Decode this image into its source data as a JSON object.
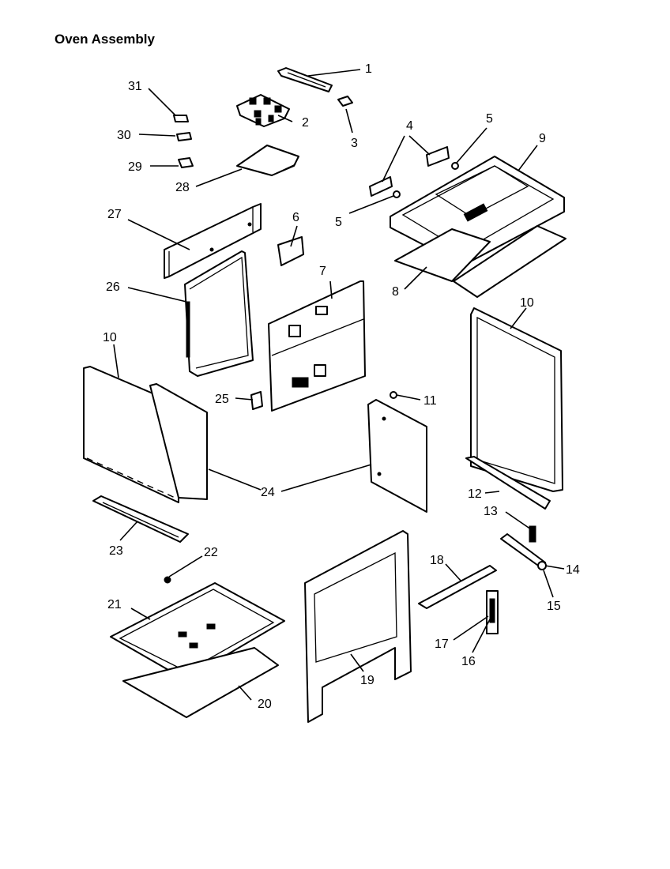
{
  "title": "Oven Assembly",
  "callouts": [
    "1",
    "2",
    "3",
    "4",
    "5",
    "5",
    "6",
    "7",
    "8",
    "9",
    "10",
    "10",
    "11",
    "12",
    "13",
    "14",
    "15",
    "16",
    "17",
    "18",
    "19",
    "20",
    "21",
    "22",
    "23",
    "24",
    "25",
    "26",
    "27",
    "28",
    "29",
    "30",
    "31"
  ]
}
